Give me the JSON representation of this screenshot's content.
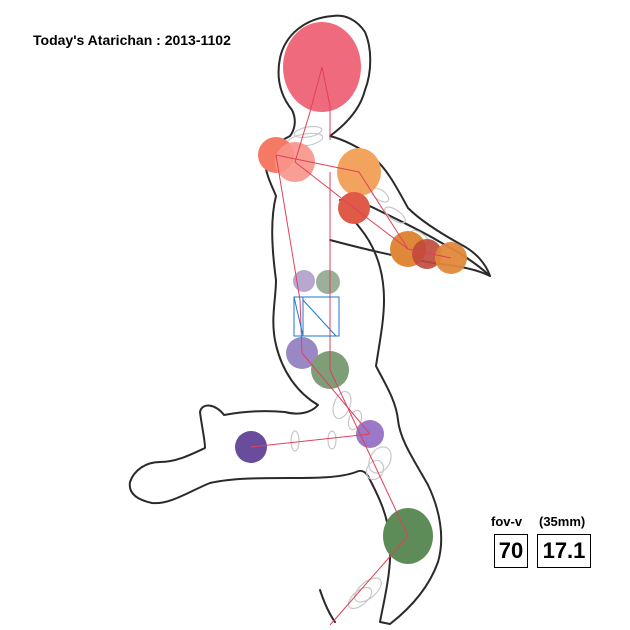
{
  "title": "Today's Atarichan : 2013-1102",
  "camera": {
    "fov_label": "fov-v",
    "lens_label": "(35mm)",
    "fov_value": "70",
    "lens_value": "17.1"
  },
  "colors": {
    "outline": "#2a2a2a",
    "bone": "#e0405a",
    "ghost_ring": "#c8c8c8",
    "pivot_box": "#1e78d0",
    "head": "#f06a7e",
    "shoulder_right": "#f47a66",
    "shoulder_left": "#f2a35e",
    "elbow": "#e05a48",
    "hand": "#e0883a",
    "hip_small_left": "#b8a8d0",
    "hip_small_right": "#9ab09a",
    "hip_left": "#9a88c4",
    "hip_right": "#7e9e78",
    "knee_left": "#9c78c8",
    "foot_left": "#6a4c9c",
    "knee_right": "#5e8c58"
  }
}
